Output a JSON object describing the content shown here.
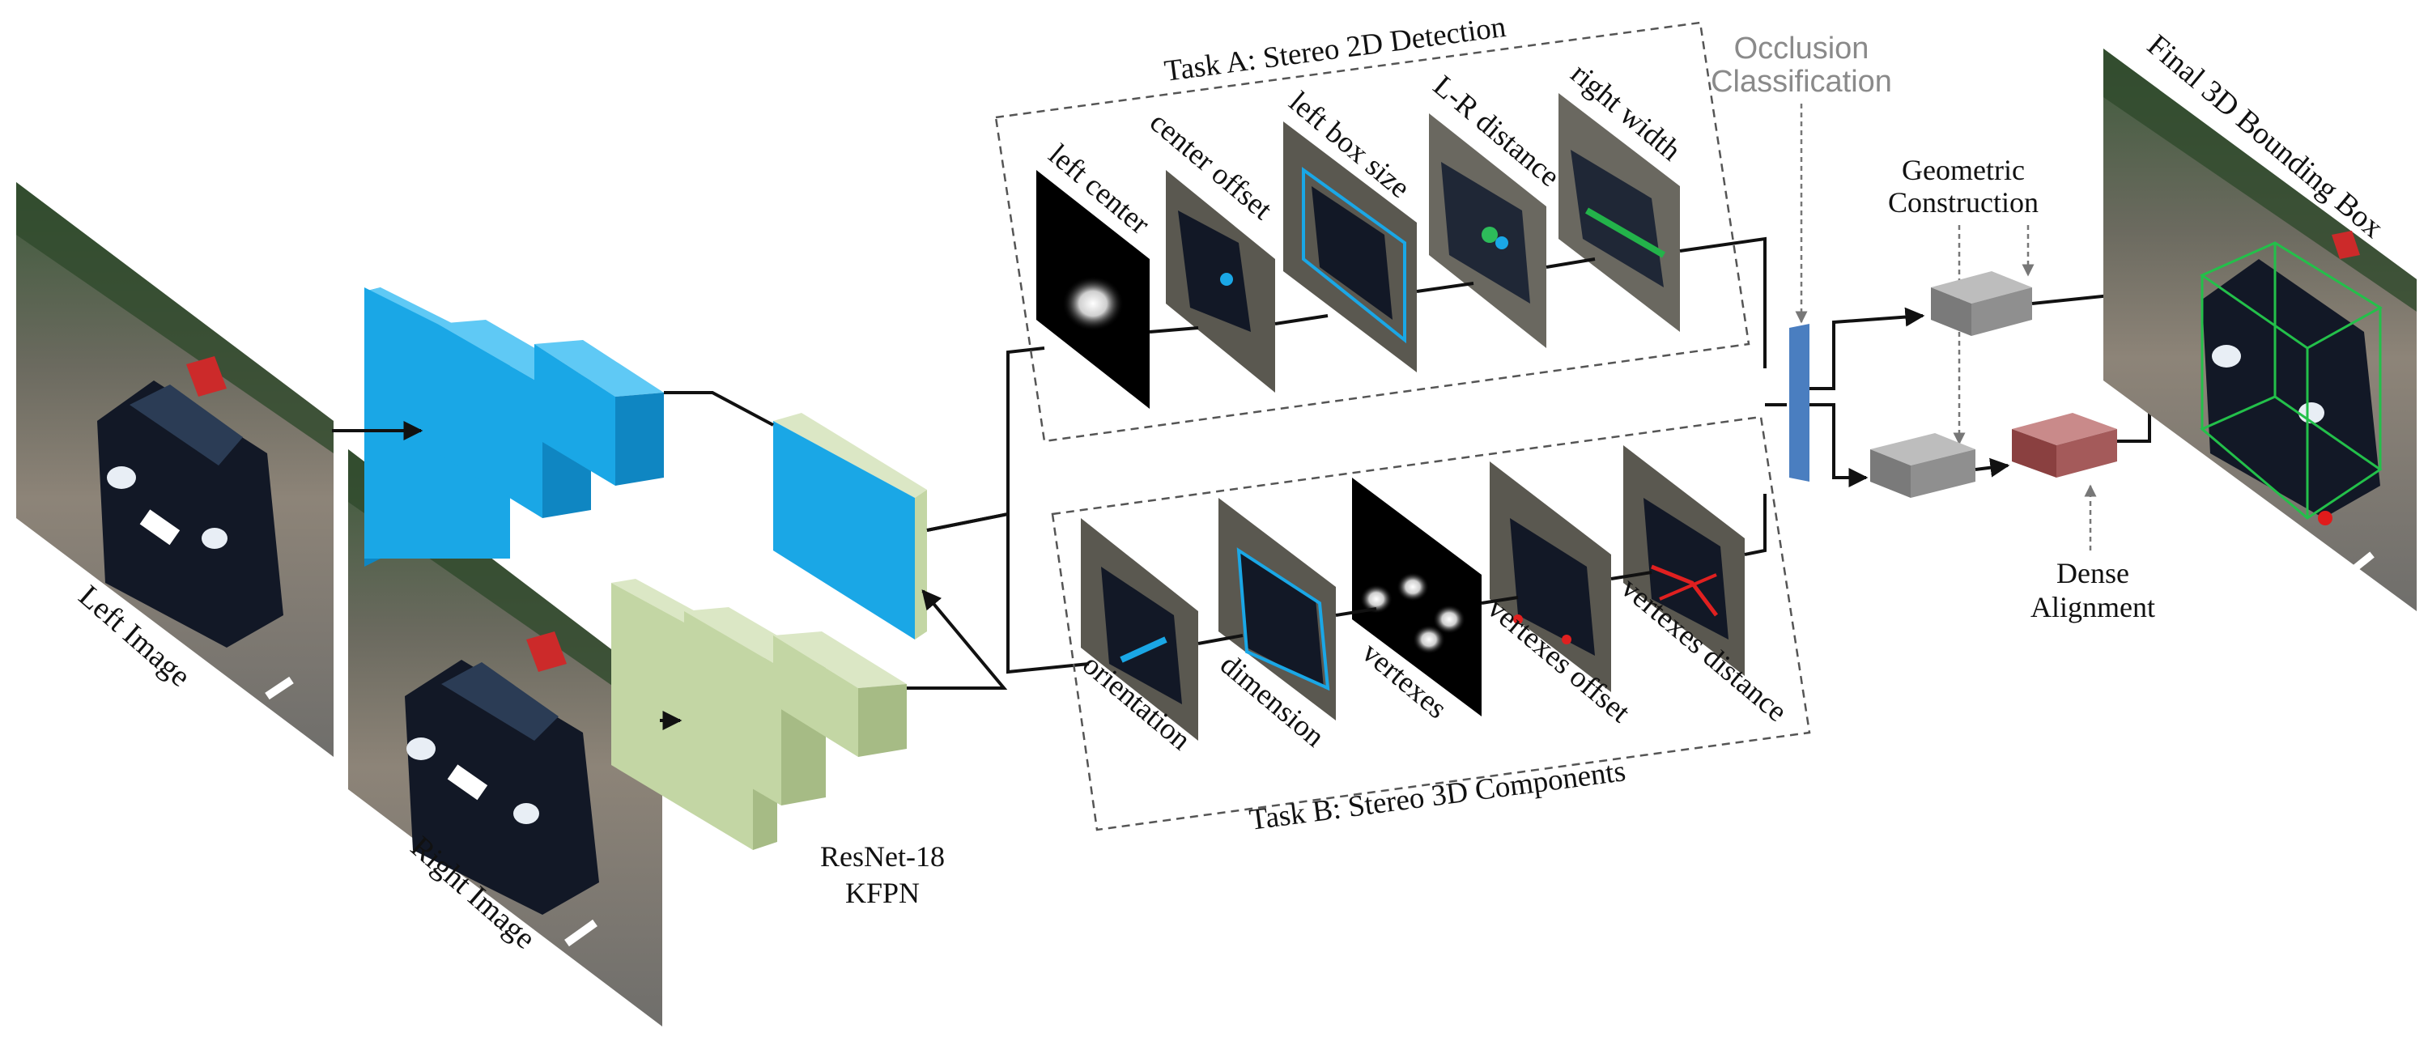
{
  "inputs": {
    "left_image": "Left Image",
    "right_image": "Right Image"
  },
  "backbone": {
    "label_line1": "ResNet-18",
    "label_line2": "KFPN"
  },
  "task_a": {
    "title": "Task A: Stereo 2D Detection",
    "maps": [
      "left center",
      "center offset",
      "left box size",
      "L-R distance",
      "right width"
    ]
  },
  "task_b": {
    "title": "Task B: Stereo 3D Components",
    "maps": [
      "orientation",
      "dimension",
      "vertexes",
      "vertexes offset",
      "vertexes distance"
    ]
  },
  "occlusion": {
    "line1": "Occlusion",
    "line2": "Classification"
  },
  "geometric": {
    "line1": "Geometric",
    "line2": "Construction"
  },
  "dense": {
    "line1": "Dense",
    "line2": "Alignment"
  },
  "output": {
    "label": "Final 3D Bounding Box"
  },
  "colors": {
    "left_branch": "#1aa7e6",
    "right_branch": "#c3d6a4",
    "occlusion_bar": "#4a7ec0",
    "geo_box": "#8f8f8f",
    "dense_box": "#a45a5a"
  }
}
